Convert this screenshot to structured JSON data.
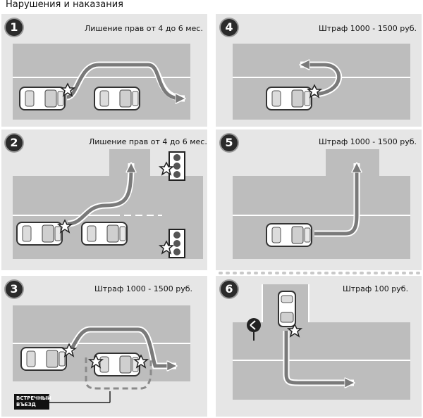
{
  "page_title": "Нарушения и наказания",
  "panels": [
    {
      "number": "1",
      "caption": "Лишение прав от 4 до 6 мес."
    },
    {
      "number": "2",
      "caption": "Лишение прав от 4 до 6 мес."
    },
    {
      "number": "3",
      "caption": "Штраф 1000 - 1500 руб.",
      "box_label": "ВСТРЕЧНЫЙ ВЪЕЗД"
    },
    {
      "number": "4",
      "caption": "Штраф 1000 - 1500 руб."
    },
    {
      "number": "5",
      "caption": "Штраф 1000 - 1500 руб."
    },
    {
      "number": "6",
      "caption": "Штраф 100 руб."
    }
  ],
  "colors": {
    "panel": "#e6e6e6",
    "road": "#bdbdbd",
    "badge": "#2b2b2b"
  }
}
